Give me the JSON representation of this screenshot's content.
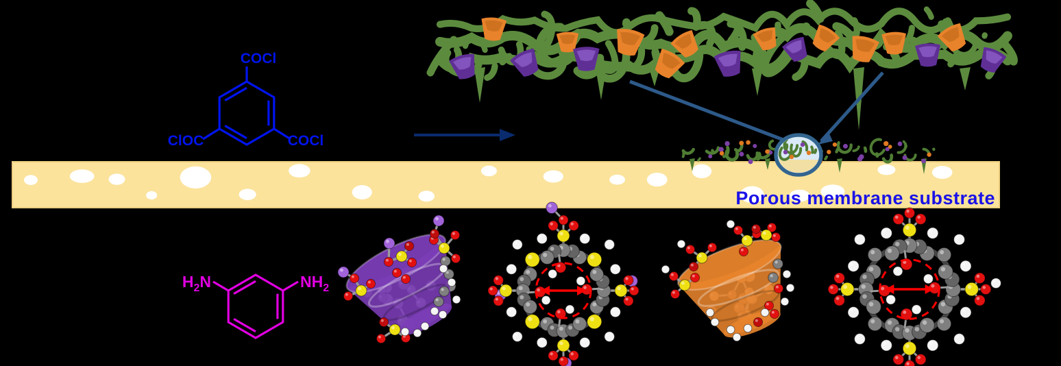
{
  "figure": {
    "description": "Interfacial polymerization scheme: TMC + MPD form a calixarene-embedded polyamide selective layer on a porous membrane substrate",
    "background": "#000000"
  },
  "reagents": {
    "tmc": {
      "name": "trimesoyl chloride structure",
      "color": "#0014EE",
      "label_top": "COCl",
      "label_bottom_left": "ClOC",
      "label_bottom_right": "COCl"
    },
    "mpd": {
      "name": "m-phenylenediamine structure",
      "color": "#E100E1",
      "left_pre": "H",
      "left_sub": "2",
      "left_post": "N",
      "right_pre": "NH",
      "right_sub": "2"
    }
  },
  "arrow": {
    "color": "#0A2B6E"
  },
  "membrane": {
    "label": "Porous membrane substrate",
    "label_color": "#1A12E8",
    "fill": "#FBE39C",
    "edge": "#EDCF80",
    "pore_color": "#FFFFFF"
  },
  "polyamide_network": {
    "green": "#5C8B3E",
    "cup_purple": "#5F2F96",
    "cup_purple_inner": "#8A5BC4",
    "cup_orange": "#E8832B",
    "cup_orange_inner": "#C9701E"
  },
  "selective_layer": {
    "green": "#4F7D33",
    "dot_purple": "#7B3FA5",
    "dot_orange": "#E07A20"
  },
  "callout": {
    "ring_color": "#33658F",
    "fill": "#D9E9F6",
    "line_color": "#2D5A8A",
    "inner_substrate": "#F2DFA4"
  },
  "molecules": {
    "atoms": {
      "carbon": "#7F7F7F",
      "carbon_dark": "#646464",
      "carbon_tan": "#C9986F",
      "carbon_brown": "#9A6B4A",
      "hydrogen": "#F4F4F4",
      "oxygen": "#E31010",
      "sulfur": "#EFE013",
      "sodium": "#A163D9"
    },
    "cavity_marker": "#FF0000",
    "cone_purple": "#7C3EB8",
    "cone_orange": "#E8842C",
    "items": [
      {
        "name": "sulfonato-calixarene-side-view-purple-cone"
      },
      {
        "name": "sulfonato-thiacalixarene-top-view-cavity-diameter"
      },
      {
        "name": "sulfonato-calixarene-side-view-orange-cone"
      },
      {
        "name": "sulfonato-calixarene-top-view-cavity-diameter"
      }
    ]
  }
}
